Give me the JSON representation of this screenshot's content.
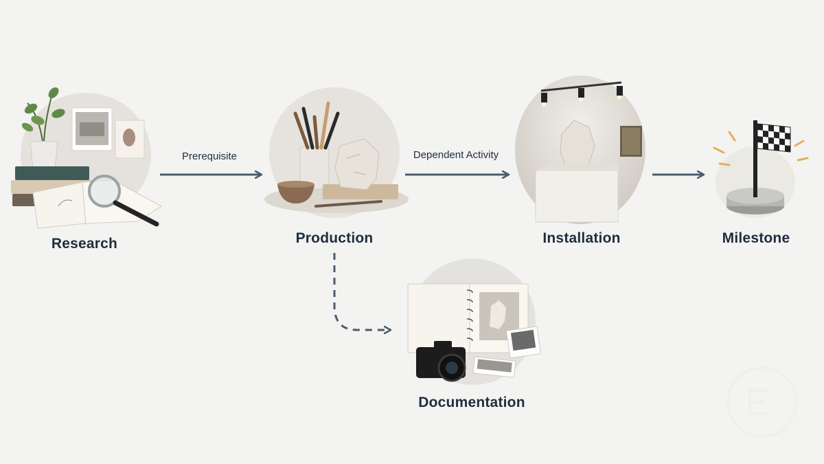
{
  "nodes": {
    "research": {
      "label": "Research",
      "icon": "research-books-magnifier-icon"
    },
    "production": {
      "label": "Production",
      "icon": "production-brushes-stone-icon"
    },
    "installation": {
      "label": "Installation",
      "icon": "installation-gallery-sculpture-icon"
    },
    "milestone": {
      "label": "Milestone",
      "icon": "milestone-checkered-flag-icon"
    },
    "documentation": {
      "label": "Documentation",
      "icon": "documentation-sketchbook-camera-icon"
    }
  },
  "edges": {
    "prerequisite": {
      "label": "Prerequisite"
    },
    "dependent": {
      "label": "Dependent Activity"
    }
  },
  "colors": {
    "arrow": "#4a5b6e",
    "text": "#1f2d3d",
    "background": "#f3f3f2"
  }
}
